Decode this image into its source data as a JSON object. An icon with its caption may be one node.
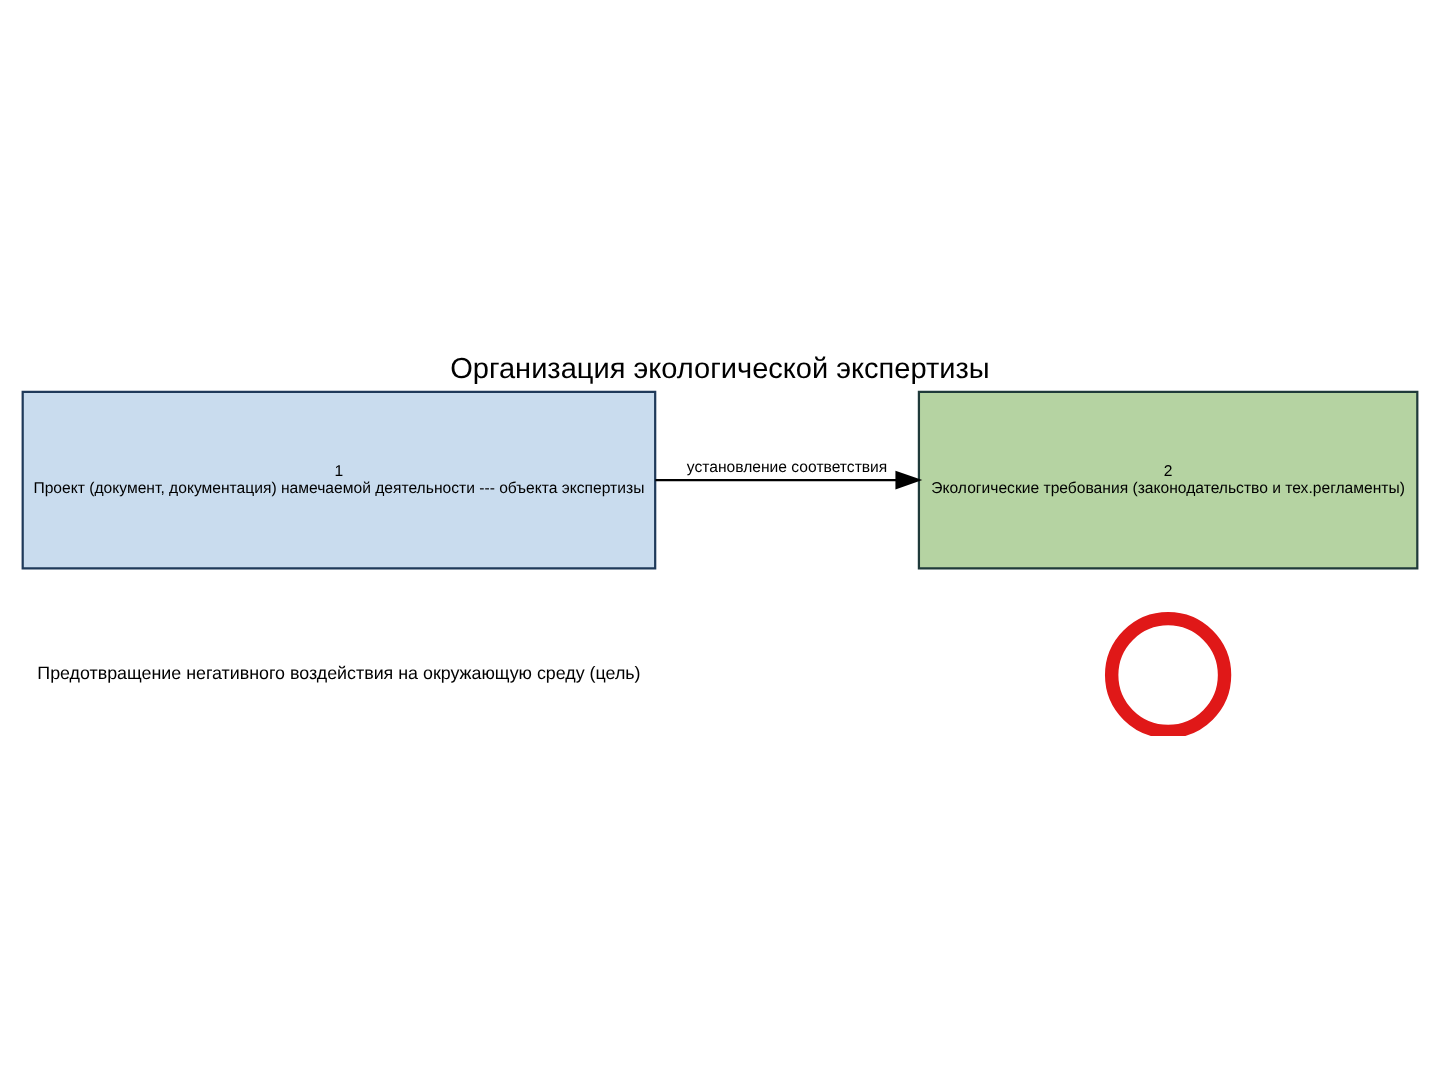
{
  "diagram": {
    "title": "Организация экологической экспертизы",
    "nodes": [
      {
        "text": [
          "1",
          "Проект (документ, документация) намечаемой деятельности --- объекта экспертизы"
        ]
      },
      {
        "text": [
          "2",
          "Экологические требования (законодательство и тех.регламенты)"
        ]
      },
      {
        "text": [],
        "shape": "circle"
      }
    ],
    "edges": [
      {
        "from": 0,
        "to": 1,
        "arrow": "to",
        "label": "установление соответствия"
      }
    ],
    "labels": [
      "Предотвращение негативного воздействия на окружающую среду (цель)"
    ]
  }
}
